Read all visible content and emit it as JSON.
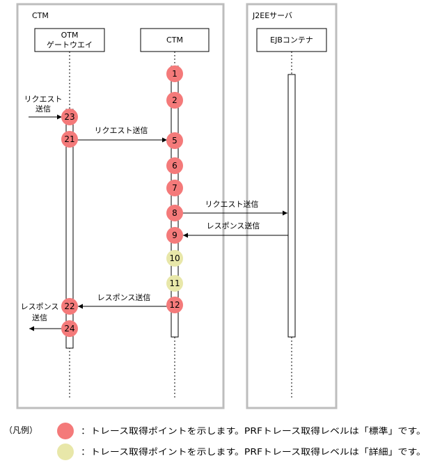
{
  "frames": {
    "left_label": "CTM",
    "right_label": "J2EEサーバ"
  },
  "participants": {
    "otm_line1": "OTM",
    "otm_line2": "ゲートウエイ",
    "ctm": "CTM",
    "ejb": "EJBコンテナ"
  },
  "points": {
    "p1": "1",
    "p2": "2",
    "p23": "23",
    "p21": "21",
    "p5": "5",
    "p6": "6",
    "p7": "7",
    "p8": "8",
    "p9": "9",
    "p10": "10",
    "p11": "11",
    "p12": "12",
    "p22": "22",
    "p24": "24"
  },
  "messages": {
    "in_request_line1": "リクエスト",
    "in_request_line2": "送信",
    "req_otm_ctm": "リクエスト送信",
    "req_ctm_ejb": "リクエスト送信",
    "resp_ejb_ctm": "レスポンス送信",
    "resp_ctm_otm": "レスポンス送信",
    "out_response_line1": "レスポンス",
    "out_response_line2": "送信"
  },
  "legend": {
    "title": "（凡例）",
    "standard": "：トレース取得ポイントを示します。PRFトレース取得レベルは「標準」です。",
    "detail": "：トレース取得ポイントを示します。PRFトレース取得レベルは「詳細」です。"
  },
  "colors": {
    "standard": "#f47a7a",
    "detail": "#e8e7a9",
    "frame": "#bdbdbd"
  }
}
